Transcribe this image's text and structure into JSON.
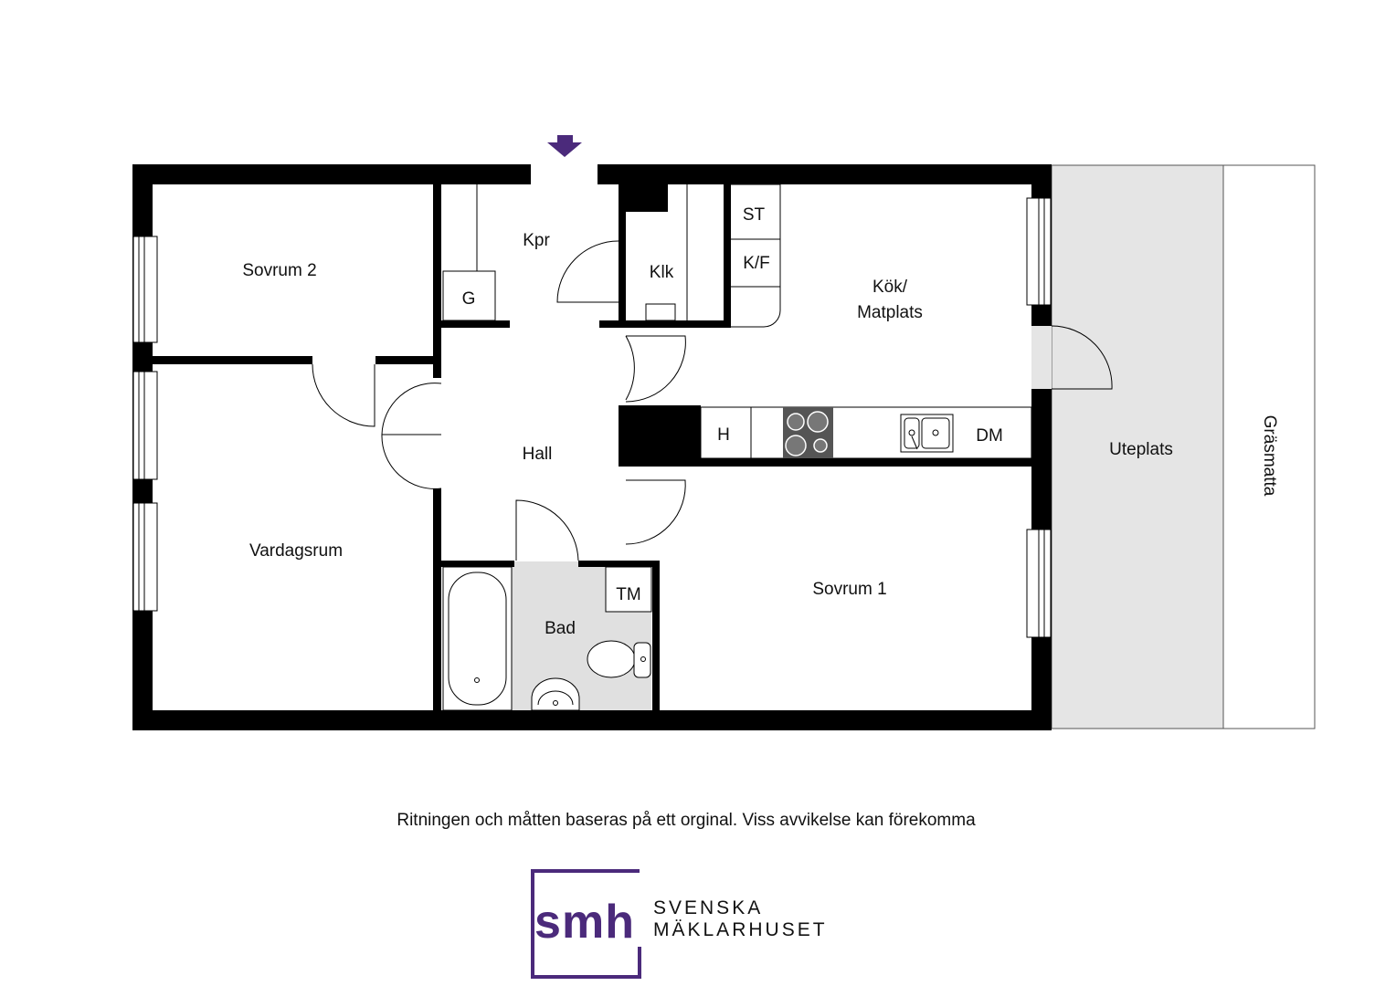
{
  "rooms": {
    "sovrum2": "Sovrum 2",
    "kpr": "Kpr",
    "g": "G",
    "klk": "Klk",
    "st": "ST",
    "kf": "K/F",
    "kok_line1": "Kök/",
    "kok_line2": "Matplats",
    "hall": "Hall",
    "h": "H",
    "dm": "DM",
    "vardagsrum": "Vardagsrum",
    "tm": "TM",
    "bad": "Bad",
    "sovrum1": "Sovrum 1",
    "uteplats": "Uteplats",
    "grasmatta": "Gräsmatta"
  },
  "disclaimer": "Ritningen och måtten baseras på ett orginal. Viss avvikelse kan förekomma",
  "logo": {
    "mark": "smh",
    "line1": "SVENSKA",
    "line2": "MÄKLARHUSET"
  },
  "colors": {
    "wall": "#000000",
    "terrace": "#e5e5e5",
    "bathroom_floor": "#e0e0e0",
    "brand_purple": "#4b2a7b"
  },
  "icons": {
    "entrance": "entrance-arrow-icon",
    "stove": "stove-icon",
    "sink": "sink-icon",
    "bathtub": "bathtub-icon",
    "toilet": "toilet-icon",
    "washbasin": "washbasin-icon"
  }
}
